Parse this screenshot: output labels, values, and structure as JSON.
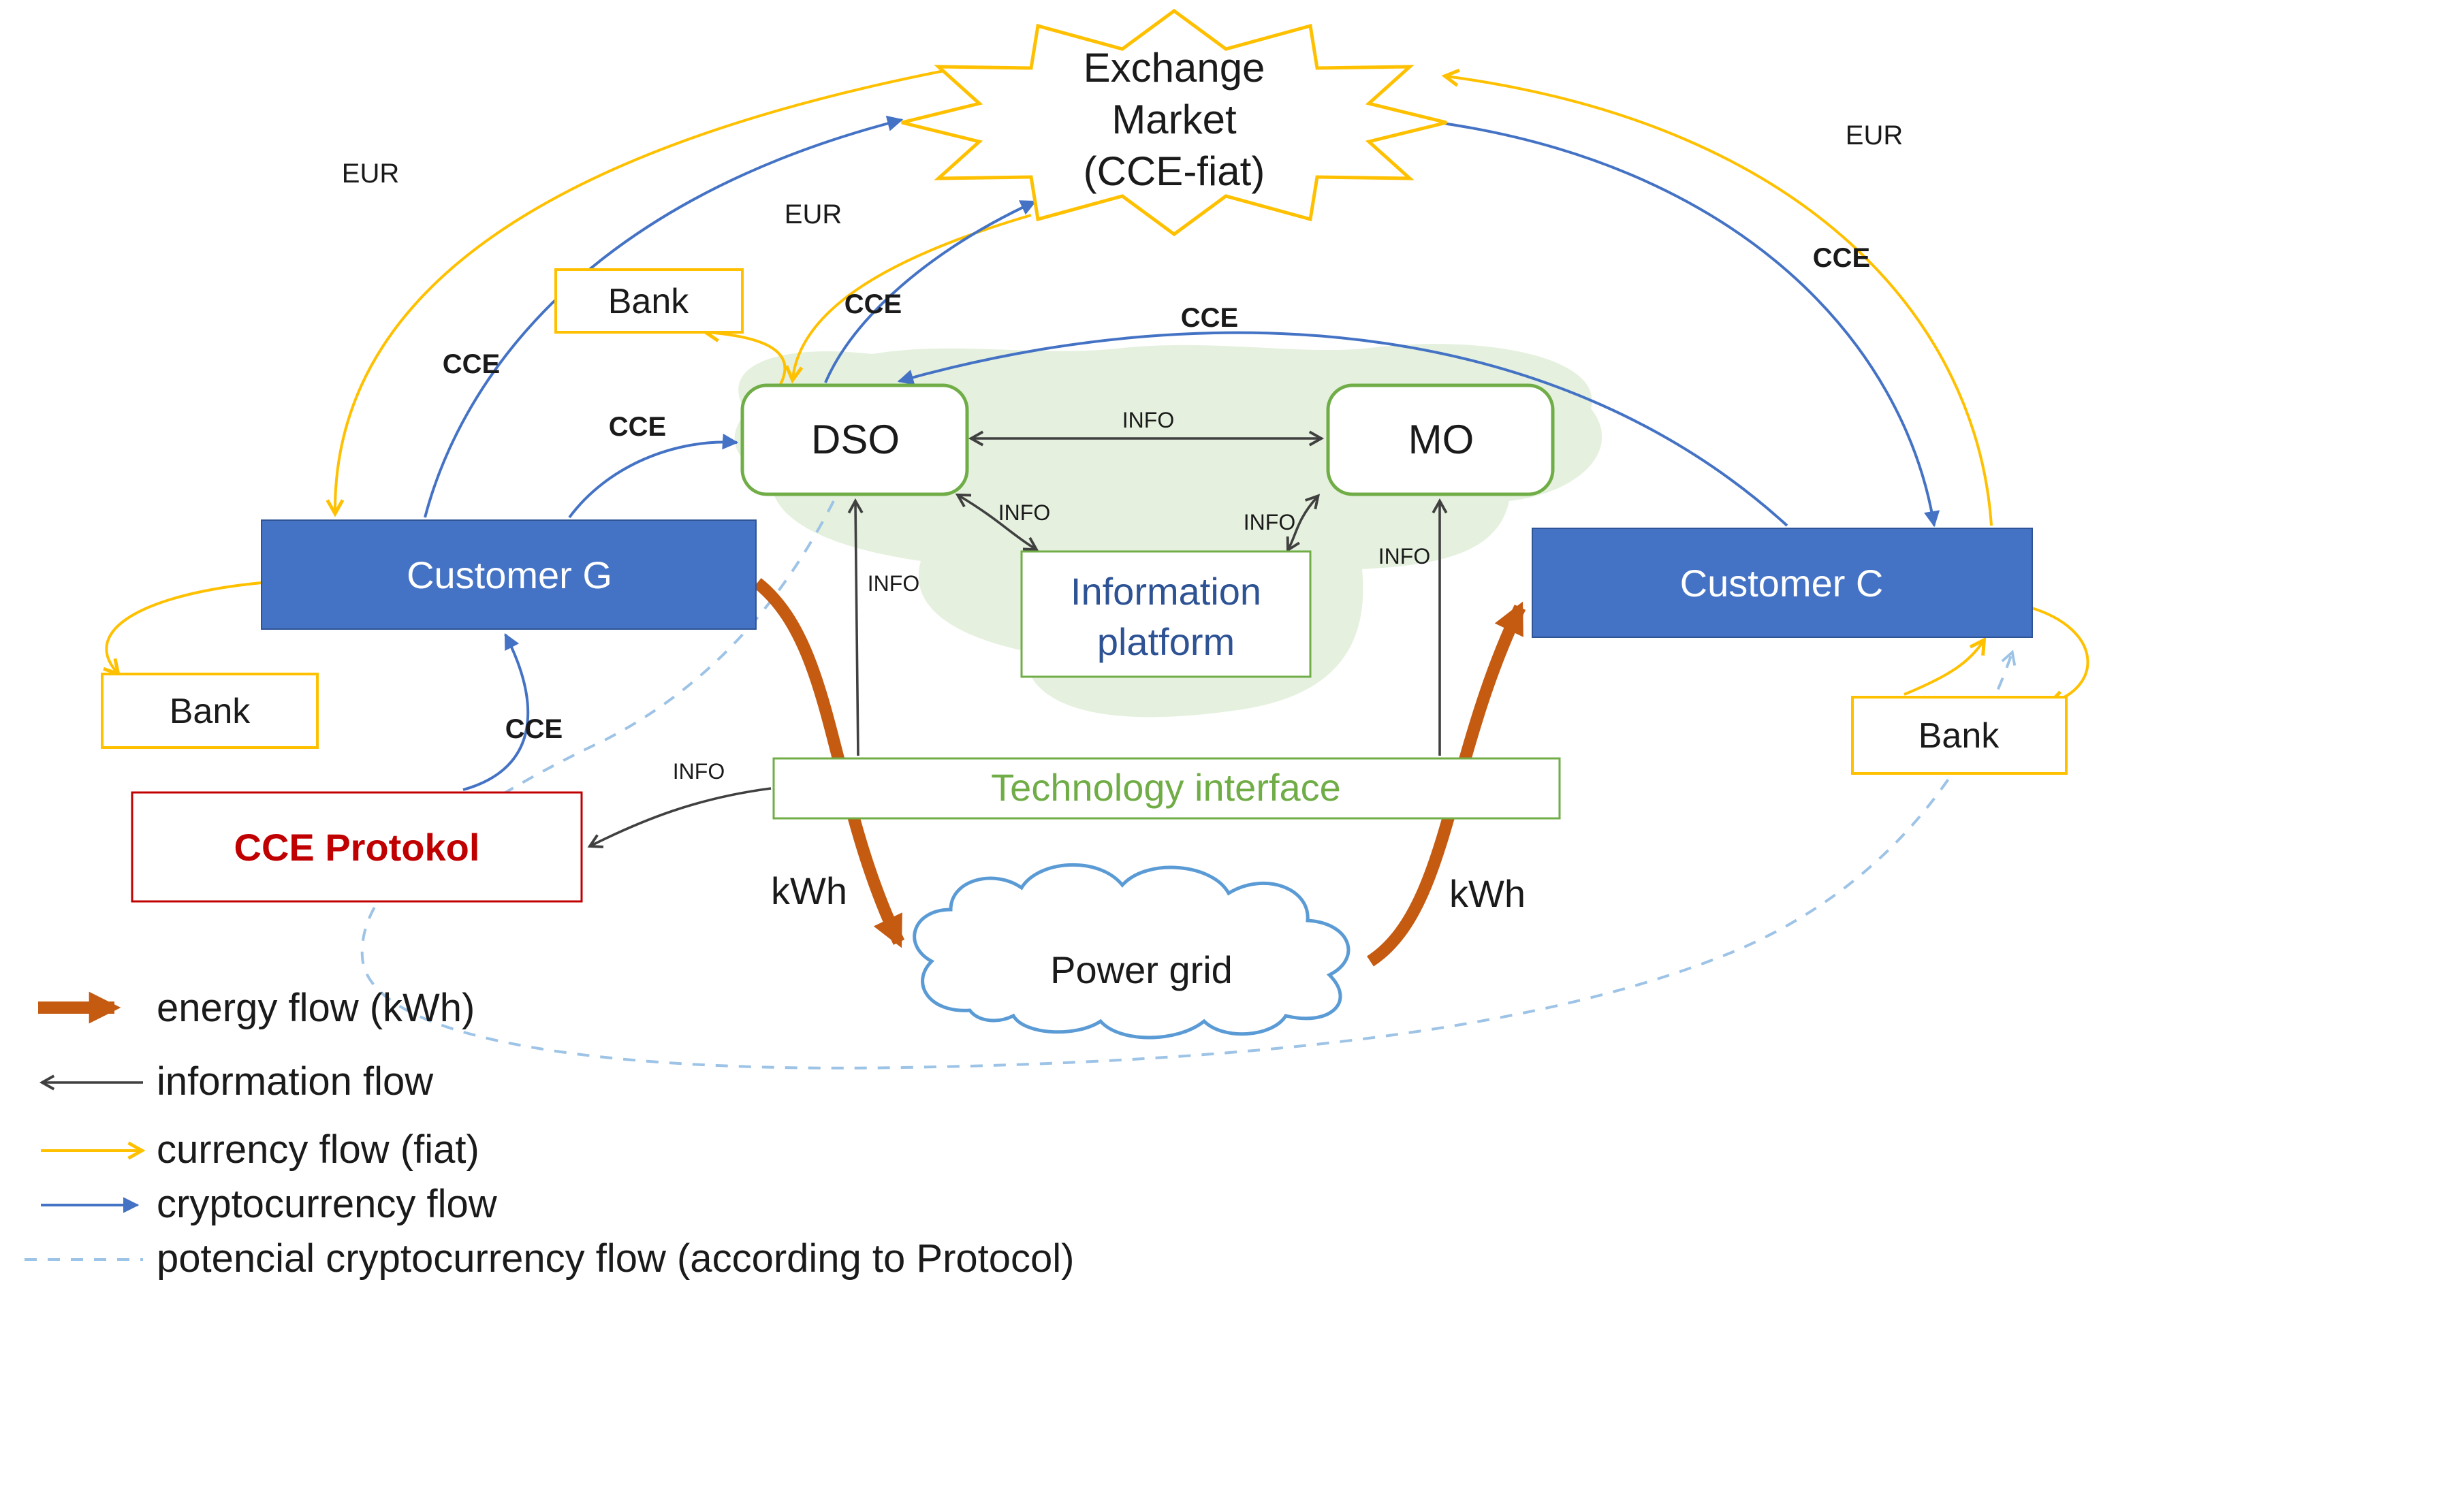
{
  "diagram": {
    "nodes": {
      "exchange_market": {
        "lines": [
          "Exchange",
          "Market",
          "(CCE-fiat)"
        ]
      },
      "bank_top": {
        "label": "Bank"
      },
      "bank_left": {
        "label": "Bank"
      },
      "bank_right": {
        "label": "Bank"
      },
      "dso": {
        "label": "DSO"
      },
      "mo": {
        "label": "MO"
      },
      "information_platform": {
        "lines": [
          "Information",
          "platform"
        ]
      },
      "customer_g": {
        "label": "Customer G"
      },
      "customer_c": {
        "label": "Customer C"
      },
      "cce_protokol": {
        "label": "CCE Protokol"
      },
      "technology_interface": {
        "label": "Technology interface"
      },
      "power_grid": {
        "label": "Power grid"
      }
    },
    "labels": {
      "eur_left": "EUR",
      "eur_center": "EUR",
      "eur_right": "EUR",
      "cce_customer_g_market": "CCE",
      "cce_dso_market": "CCE",
      "cce_customer_g_dso": "CCE",
      "cce_customer_c_dso": "CCE",
      "cce_market_customer_c": "CCE",
      "cce_protokol_customer_g": "CCE",
      "info_dso_mo": "INFO",
      "info_dso_platform": "INFO",
      "info_mo_platform": "INFO",
      "info_ti_dso": "INFO",
      "info_ti_mo": "INFO",
      "info_ti_protokol": "INFO",
      "kwh_left": "kWh",
      "kwh_right": "kWh"
    },
    "legend": [
      {
        "id": "energy",
        "label": "energy flow (kWh)"
      },
      {
        "id": "information",
        "label": "information flow"
      },
      {
        "id": "currency",
        "label": "currency flow (fiat)"
      },
      {
        "id": "crypto",
        "label": "cryptocurrency flow"
      },
      {
        "id": "potential",
        "label": "potencial cryptocurrency flow (according to Protocol)"
      }
    ],
    "colors": {
      "customer_box": "#4472C4",
      "node_border_green": "#70AD47",
      "bank_border": "#FFC000",
      "protokol_red": "#C00000",
      "energy_orange": "#C55A11",
      "crypto_blue": "#4472C4",
      "fiat_yellow": "#FFC000",
      "potential_blue": "#9DC3E6",
      "info_black": "#404040",
      "platform_text": "#2E5395",
      "highlight_green": "#E2EFDA",
      "cloud_blue": "#5B9BD5"
    }
  }
}
